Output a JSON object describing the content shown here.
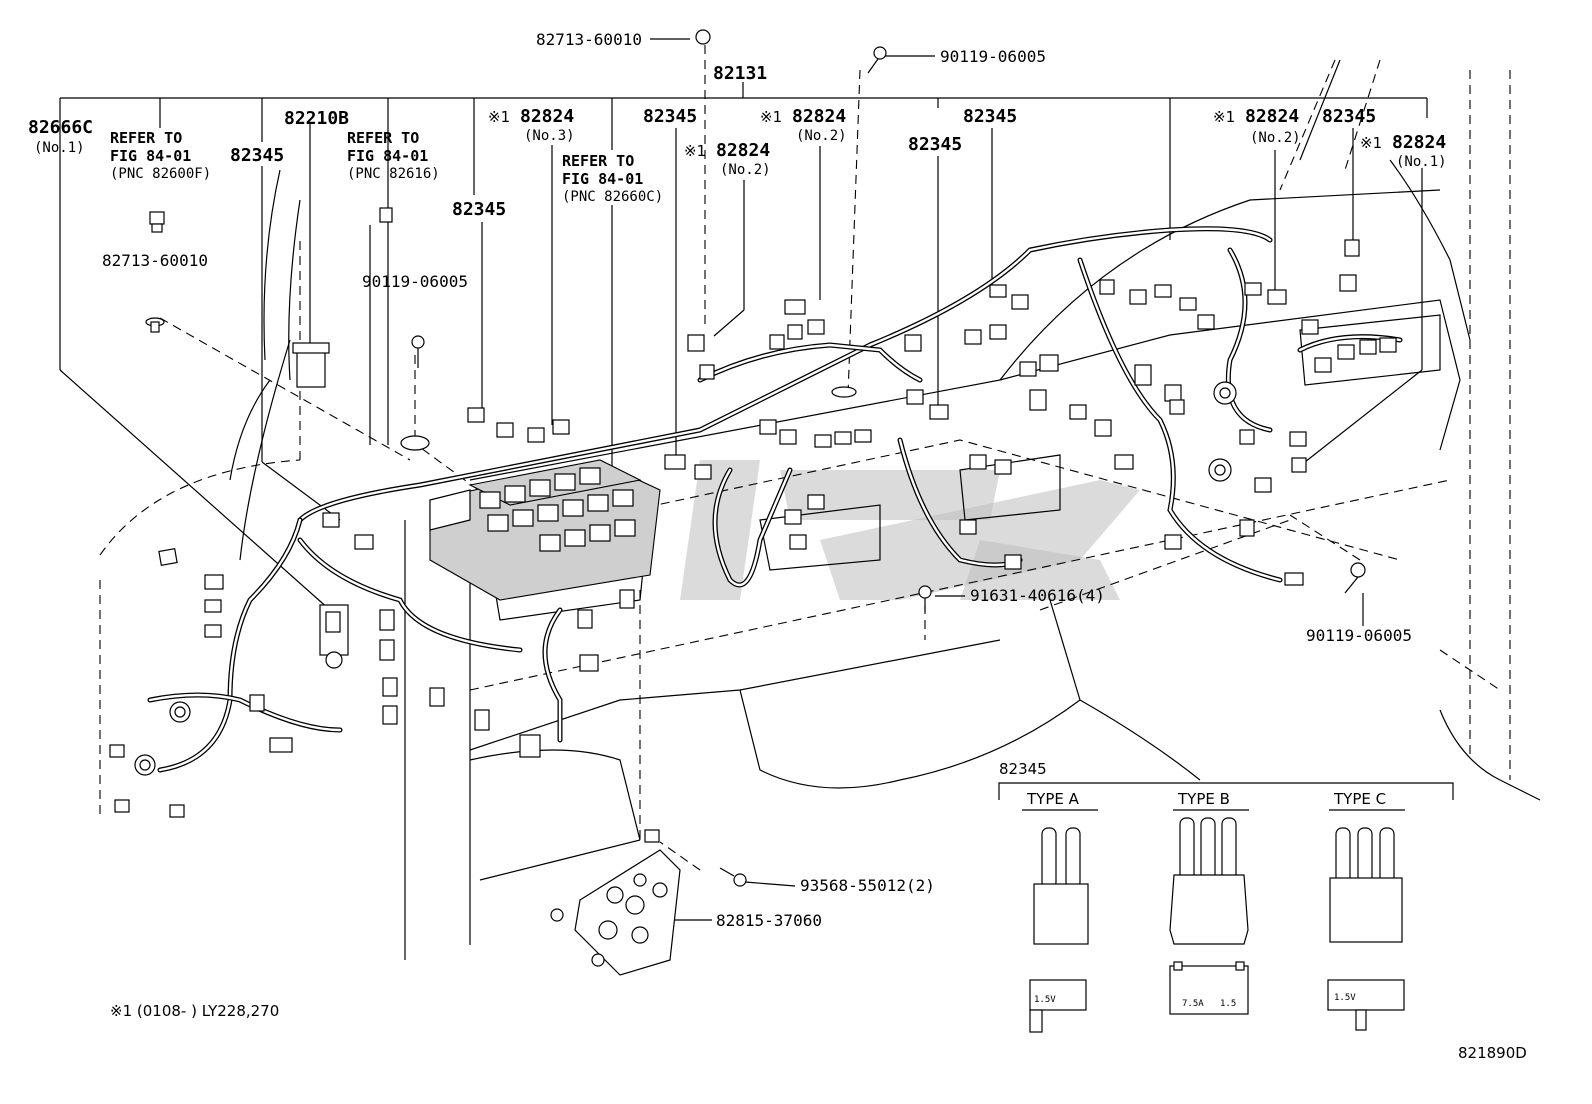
{
  "labels": {
    "p_82713_top": "82713-60010",
    "p_82131": "82131",
    "p_90119_top": "90119-06005",
    "p_82666c": "82666C",
    "p_82666c_sub": "(No.1)",
    "ref1_l1": "REFER TO",
    "ref1_l2": "FIG 84-01",
    "ref1_l3": "(PNC 82600F)",
    "p_82345_a": "82345",
    "p_82210b": "82210B",
    "ref2_l1": "REFER TO",
    "ref2_l2": "FIG 84-01",
    "ref2_l3": "(PNC 82616)",
    "p_82824_no3": "82824",
    "p_82824_no3_sub": "(No.3)",
    "ref3_l1": "REFER TO",
    "ref3_l2": "FIG 84-01",
    "ref3_l3": "(PNC 82660C)",
    "p_82345_b": "82345",
    "p_82345_c": "82345",
    "p_82824_no2a": "82824",
    "p_82824_no2a_sub": "(No.2)",
    "p_82824_no2b": "82824",
    "p_82824_no2b_sub": "(No.2)",
    "p_82345_d": "82345",
    "p_82345_e": "82345",
    "p_82824_no2c": "82824",
    "p_82824_no2c_sub": "(No.2)",
    "p_82345_f": "82345",
    "p_82824_no1": "82824",
    "p_82824_no1_sub": "(No.1)",
    "p_82713_left": "82713-60010",
    "p_90119_left": "90119-06005",
    "p_91631": "91631-40616(4)",
    "p_90119_right": "90119-06005",
    "p_93568": "93568-55012(2)",
    "p_82815": "82815-37060",
    "mark": "※1",
    "footnote": "※1 (0108-     ) LY228,270",
    "diagram_id": "821890D"
  },
  "types": {
    "group_label": "82345",
    "type_a": "TYPE A",
    "type_b": "TYPE B",
    "type_c": "TYPE C",
    "a_tag": "1.5V",
    "b_tag_left": "7.5A",
    "b_tag_right": "1.5",
    "c_tag": "1.5V"
  }
}
